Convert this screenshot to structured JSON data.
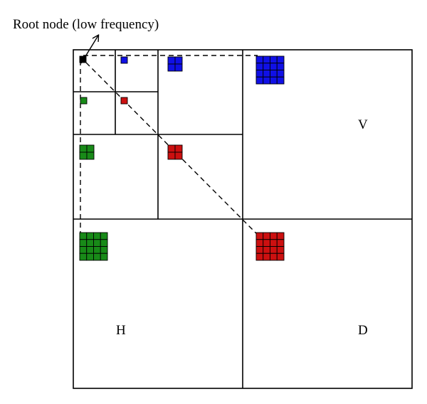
{
  "caption": "Root node (low frequency)",
  "bands": {
    "vertical": "V",
    "horizontal": "H",
    "diagonal": "D"
  },
  "colors": {
    "root": "#000000",
    "vertical": "#1010e6",
    "horizontal": "#188a18",
    "diagonal": "#cc1010",
    "outline": "#000000"
  },
  "levels": [
    {
      "name": "level-1",
      "block_grid": 1
    },
    {
      "name": "level-2",
      "block_grid": 2
    },
    {
      "name": "level-3",
      "block_grid": 4
    }
  ]
}
